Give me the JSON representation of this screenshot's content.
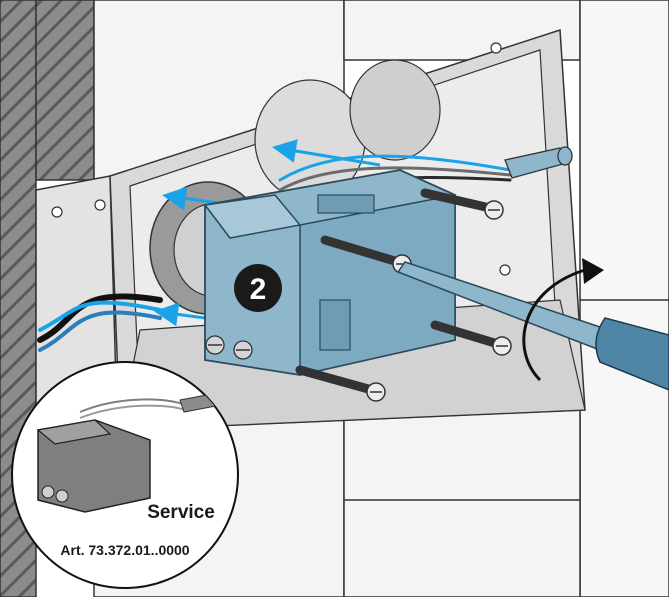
{
  "step": {
    "number": "2"
  },
  "inset": {
    "title": "Service",
    "article": "Art. 73.372.01..0000"
  },
  "colors": {
    "part_blue": "#8fb7cc",
    "part_blue_dark": "#5f8fa8",
    "arrow_blue": "#1aa3e8",
    "wall_gray": "#e6e6e6",
    "tile_gray": "#f2f2f2",
    "hatch_dark": "#6e6e6e",
    "service_part_gray": "#7f7f7f"
  },
  "icons": [
    "screwdriver-icon",
    "rotation-arrow-icon",
    "screw-icon",
    "insertion-arrow-icon"
  ]
}
